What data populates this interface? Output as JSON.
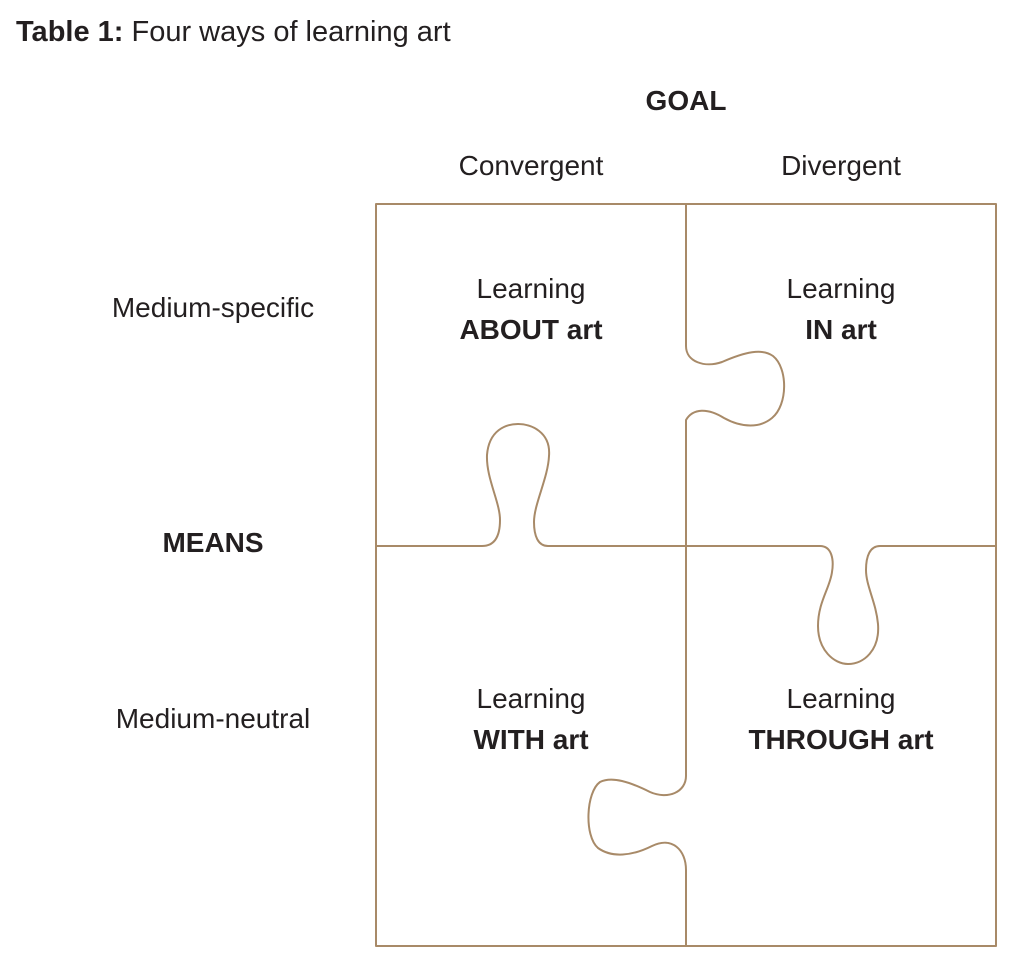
{
  "title": {
    "label": "Table 1:",
    "text": "Four ways of learning art"
  },
  "axes": {
    "goal": "GOAL",
    "goal_columns": [
      "Convergent",
      "Divergent"
    ],
    "means": "MEANS",
    "means_rows": [
      "Medium-specific",
      "Medium-neutral"
    ]
  },
  "cells": {
    "about": {
      "line1": "Learning",
      "keyword": "ABOUT",
      "suffix": "art"
    },
    "in": {
      "line1": "Learning",
      "keyword": "IN",
      "suffix": "art"
    },
    "with": {
      "line1": "Learning",
      "keyword": "WITH",
      "suffix": "art"
    },
    "through": {
      "line1": "Learning",
      "keyword": "THROUGH",
      "suffix": "art"
    }
  },
  "colors": {
    "outline": "#a88a68",
    "text": "#231f20"
  }
}
